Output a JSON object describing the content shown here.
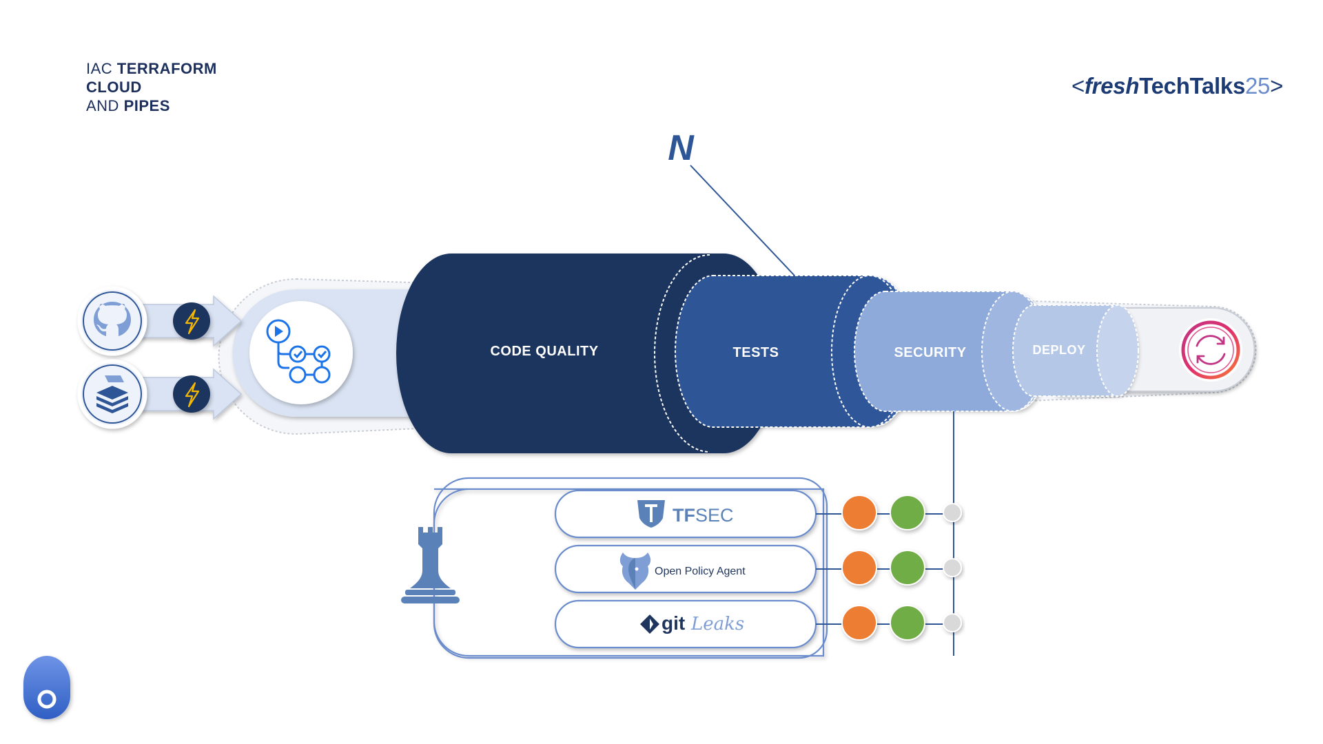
{
  "header": {
    "title_line1_prefix": "IAC ",
    "title_line1_bold": "TERRAFORM",
    "title_line2_bold": "CLOUD",
    "title_line3_prefix": "AND ",
    "title_line3_bold": "PIPES",
    "brand_open": "<",
    "brand_fresh": "fresh",
    "brand_tech": "TechTalks",
    "brand_year": "25",
    "brand_close": ">"
  },
  "pipeline": {
    "n_label": "N",
    "stages": [
      "CODE QUALITY",
      "TESTS",
      "SECURITY",
      "DEPLOY"
    ]
  },
  "sources": [
    {
      "icon": "github-icon",
      "trigger": "lightning-icon"
    },
    {
      "icon": "stacked-layers-icon",
      "trigger": "lightning-icon"
    }
  ],
  "security_tools": [
    {
      "name": "TFSEC",
      "prefix": "TF",
      "suffix": "SEC"
    },
    {
      "name": "Open Policy Agent"
    },
    {
      "name_git": "git",
      "name_leaks": "Leaks"
    }
  ],
  "colors": {
    "code_quality": "#1f355e",
    "tests": "#2e5596",
    "security": "#8eaadb",
    "deploy": "#b4c7e7",
    "status_fail": "#ed7d31",
    "status_pass": "#70ad47",
    "status_idle": "#d9d9d9"
  }
}
